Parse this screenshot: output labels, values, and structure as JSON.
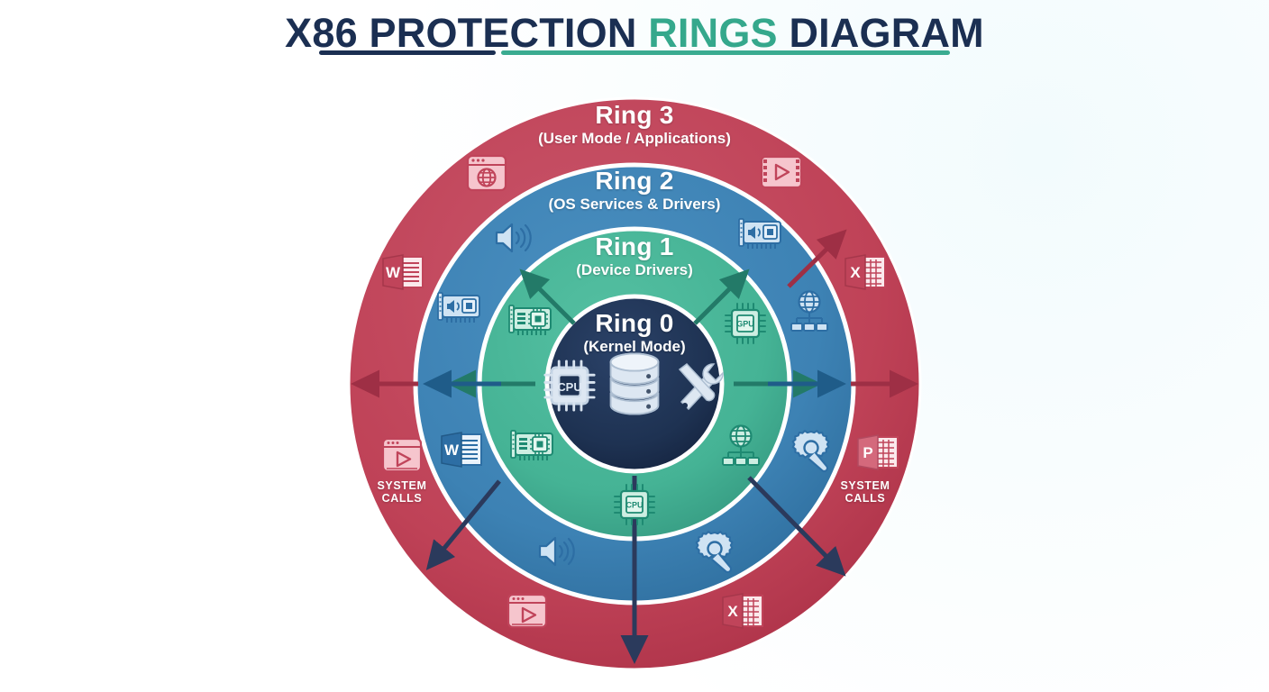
{
  "title": {
    "part1": "X86 PROTECTION ",
    "part2": "RINGS",
    "part3": " DIAGRAM",
    "full": "X86 PROTECTION RINGS DIAGRAM",
    "color_dark": "#1b2f52",
    "color_accent": "#35a88c"
  },
  "rings": [
    {
      "id": "ring3",
      "title": "Ring 3",
      "subtitle": "(User Mode / Applications)",
      "fill": "#bf4257",
      "stroke": "#ffffff",
      "arrow_color": "#9e2f45",
      "outer_radius": 317,
      "inner_radius": 243
    },
    {
      "id": "ring2",
      "title": "Ring 2",
      "subtitle": "(OS Services & Drivers)",
      "fill": "#3d82b4",
      "stroke": "#ffffff",
      "arrow_color": "#1f5c89",
      "outer_radius": 243,
      "inner_radius": 172
    },
    {
      "id": "ring1",
      "title": "Ring 1",
      "subtitle": "(Device Drivers)",
      "fill": "#45b395",
      "stroke": "#ffffff",
      "arrow_color": "#237a68",
      "outer_radius": 172,
      "inner_radius": 97
    },
    {
      "id": "ring0",
      "title": "Ring 0",
      "subtitle": "(Kernel Mode)",
      "fill": "#1e3252",
      "stroke": "#ffffff",
      "arrow_color": "#1e3252",
      "outer_radius": 97,
      "inner_radius": 0
    }
  ],
  "syscall_labels": [
    {
      "id": "syscall-left",
      "line1": "SYSTEM",
      "line2": "CALLS"
    },
    {
      "id": "syscall-right",
      "line1": "SYSTEM",
      "line2": "CALLS"
    }
  ],
  "kernel_icons": [
    {
      "name": "cpu-chip-icon",
      "label": "CPU"
    },
    {
      "name": "database-stack-icon",
      "label": ""
    },
    {
      "name": "tools-wrench-screwdriver-icon",
      "label": ""
    }
  ],
  "ring_icons": [
    {
      "ring": "ring3",
      "name": "browser-window-globe-icon",
      "angle": -118,
      "radius": 282
    },
    {
      "ring": "ring3",
      "name": "word-document-icon",
      "angle": -166,
      "radius": 282
    },
    {
      "ring": "ring3",
      "name": "media-player-window-icon",
      "angle": 153,
      "radius": 282
    },
    {
      "ring": "ring3",
      "name": "media-player-window-bottom-icon",
      "angle": 105,
      "radius": 282
    },
    {
      "ring": "ring3",
      "name": "video-film-icon",
      "angle": -62,
      "radius": 282
    },
    {
      "ring": "ring3",
      "name": "excel-spreadsheet-icon",
      "angle": -14,
      "radius": 282
    },
    {
      "ring": "ring3",
      "name": "powerpoint-icon",
      "angle": 27,
      "radius": 282
    },
    {
      "ring": "ring3",
      "name": "excel-spreadsheet-bottom-icon",
      "angle": 70,
      "radius": 282
    },
    {
      "ring": "ring2",
      "name": "speaker-audio-icon",
      "angle": -131,
      "radius": 208
    },
    {
      "ring": "ring2",
      "name": "sound-card-icon",
      "angle": -162,
      "radius": 208
    },
    {
      "ring": "ring2",
      "name": "word-document-blue-icon",
      "angle": 162,
      "radius": 208
    },
    {
      "ring": "ring2",
      "name": "speaker-audio-bottom-icon",
      "angle": 118,
      "radius": 208
    },
    {
      "ring": "ring2",
      "name": "sound-card-right-icon",
      "angle": -49,
      "radius": 208
    },
    {
      "ring": "ring2",
      "name": "network-globe-icon",
      "angle": -18,
      "radius": 208
    },
    {
      "ring": "ring2",
      "name": "settings-gear-wrench-icon",
      "angle": 18,
      "radius": 208
    },
    {
      "ring": "ring2",
      "name": "settings-gear-wrench-bottom-icon",
      "angle": 62,
      "radius": 208
    },
    {
      "ring": "ring1",
      "name": "expansion-card-icon",
      "angle": -152,
      "radius": 135
    },
    {
      "ring": "ring1",
      "name": "expansion-card-bottom-icon",
      "angle": 152,
      "radius": 135
    },
    {
      "ring": "ring1",
      "name": "gpu-chip-icon",
      "angle": -28,
      "radius": 135
    },
    {
      "ring": "ring1",
      "name": "network-globe-green-icon",
      "angle": 28,
      "radius": 135
    },
    {
      "ring": "ring1",
      "name": "cpu-chip-green-icon",
      "angle": 90,
      "radius": 135
    }
  ],
  "arrows": {
    "description": "outward pointing arrows from center through rings",
    "count": 12,
    "colors": {
      "ring1": "#237a68",
      "ring2": "#1f5c89",
      "ring3": "#9e2f45",
      "diagonal": "#2b3a5c"
    }
  },
  "background": "#ffffff"
}
